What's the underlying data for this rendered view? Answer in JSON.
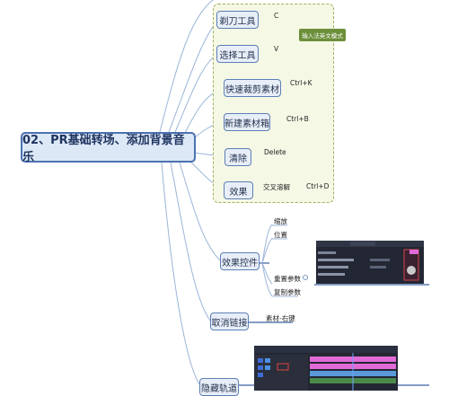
{
  "root": "02、PR基础转场、添加背景音乐",
  "group_note": "输入法英文模式",
  "nodes": {
    "razor": "剃刀工具",
    "select": "选择工具",
    "quick_trim": "快速裁剪素材",
    "new_bin": "新建素材箱",
    "clear": "清除",
    "effect": "效果",
    "effect_controls": "效果控件",
    "unlink": "取消链接",
    "hide_track": "隐藏轨道"
  },
  "labels": {
    "razor_key": "C",
    "select_key": "V",
    "quick_trim_key": "Ctrl+K",
    "new_bin_key": "Ctrl+B",
    "clear_key": "Delete",
    "effect_sub": "交叉溶解",
    "effect_key": "Ctrl+D",
    "scale": "缩放",
    "position": "位置",
    "reset_params": "重置参数",
    "copy_params": "复制参数",
    "unlink_note": "素材-右键"
  },
  "colors": {
    "branch": "#9bb5d8",
    "node_border": "#5b7fb5",
    "node_fill": "#e8eef8",
    "group_border": "#9cb25a",
    "note_fill": "#6c8f3a",
    "screenshot_bg": "#222733",
    "clip_pink": "#e06ad6"
  }
}
